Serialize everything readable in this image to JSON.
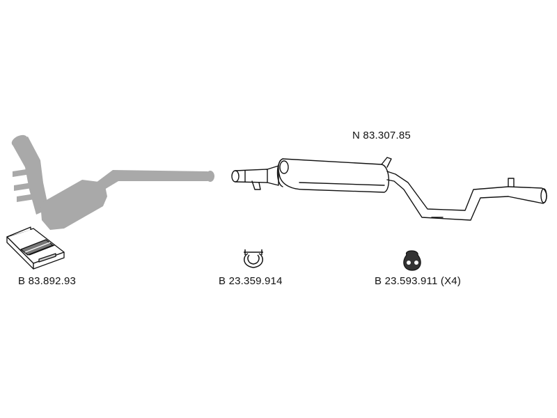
{
  "colors": {
    "existing_part_fill": "#a9a9a9",
    "line": "#111111",
    "background": "#ffffff"
  },
  "parts": {
    "main_section": {
      "part_number": "N 83.307.85",
      "icon": "rear-muffler-pipe-icon"
    },
    "existing_section": {
      "icon": "front-pipe-catalyst-icon"
    },
    "mounting_kit": {
      "part_number": "B 83.892.93",
      "icon": "mounting-kit-box-icon"
    },
    "clamp": {
      "part_number": "B 23.359.914",
      "icon": "pipe-clamp-icon"
    },
    "hanger": {
      "part_number": "B 23.593.911 (X4)",
      "icon": "rubber-hanger-icon"
    }
  }
}
